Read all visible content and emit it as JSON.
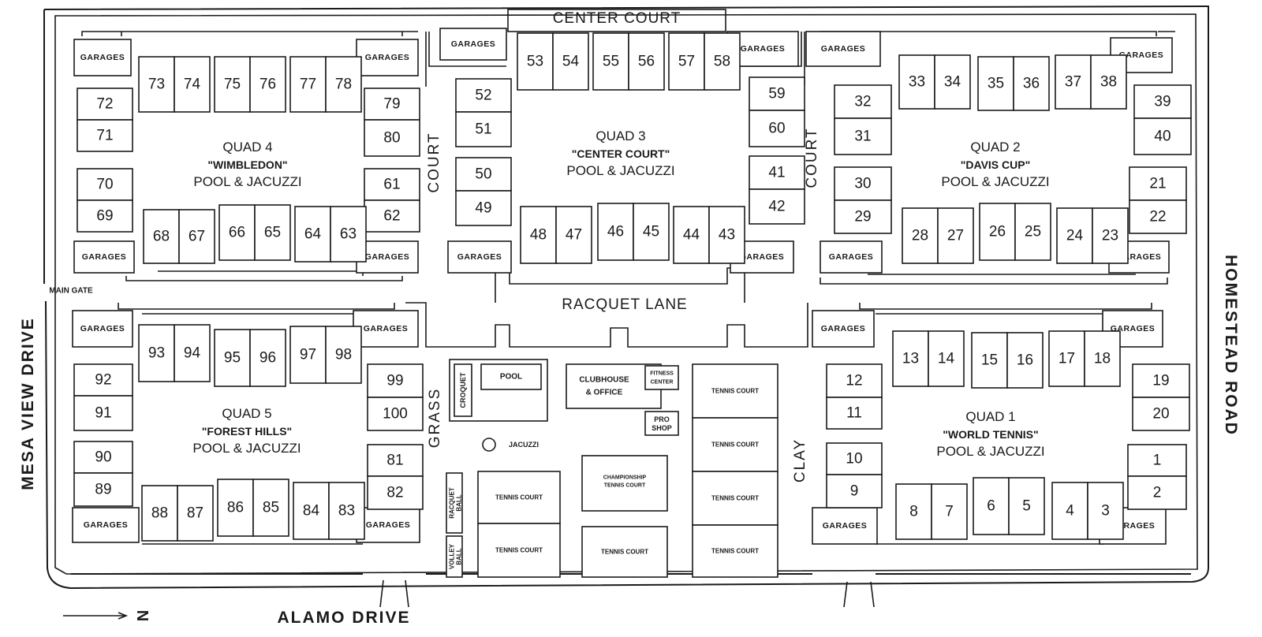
{
  "roads": {
    "center_court": "CENTER COURT",
    "racquet_lane": "RACQUET LANE",
    "alamo_drive": "ALAMO DRIVE",
    "mesa_view_drive": "MESA VIEW DRIVE",
    "homestead_road": "HOMESTEAD ROAD",
    "court_left": "COURT",
    "court_right": "COURT",
    "main_gate": "MAIN GATE",
    "north_arrow": "N"
  },
  "garages_label": "GARAGES",
  "quads": [
    {
      "title": "QUAD 4",
      "name": "\"WIMBLEDON\"",
      "amenity": "POOL & JACUZZI"
    },
    {
      "title": "QUAD 3",
      "name": "\"CENTER COURT\"",
      "amenity": "POOL & JACUZZI"
    },
    {
      "title": "QUAD 2",
      "name": "\"DAVIS CUP\"",
      "amenity": "POOL & JACUZZI"
    },
    {
      "title": "QUAD 5",
      "name": "\"FOREST HILLS\"",
      "amenity": "POOL & JACUZZI"
    },
    {
      "title": "QUAD 1",
      "name": "\"WORLD TENNIS\"",
      "amenity": "POOL & JACUZZI"
    }
  ],
  "amenities": {
    "grass": "GRASS",
    "clay": "CLAY",
    "croquet": "CROQUET",
    "pool": "POOL",
    "jacuzzi": "JACUZZI",
    "clubhouse_line1": "CLUBHOUSE",
    "clubhouse_line2": "& OFFICE",
    "fitness_line1": "FITNESS",
    "fitness_line2": "CENTER",
    "pro_shop_line1": "PRO",
    "pro_shop_line2": "SHOP",
    "racquet_ball_line1": "RACQUET",
    "racquet_ball_line2": "BALL",
    "volley_ball_line1": "VOLLEY",
    "volley_ball_line2": "BALL",
    "tennis_court": "TENNIS COURT",
    "championship_line1": "CHAMPIONSHIP",
    "championship_line2": "TENNIS COURT"
  },
  "units": [
    "73",
    "74",
    "75",
    "76",
    "77",
    "78",
    "72",
    "71",
    "79",
    "80",
    "70",
    "69",
    "61",
    "62",
    "68",
    "67",
    "66",
    "65",
    "64",
    "63",
    "53",
    "54",
    "55",
    "56",
    "57",
    "58",
    "52",
    "51",
    "50",
    "49",
    "59",
    "60",
    "41",
    "42",
    "48",
    "47",
    "46",
    "45",
    "44",
    "43",
    "33",
    "34",
    "35",
    "36",
    "37",
    "38",
    "32",
    "31",
    "30",
    "29",
    "39",
    "40",
    "21",
    "22",
    "28",
    "27",
    "26",
    "25",
    "24",
    "23",
    "93",
    "94",
    "95",
    "96",
    "97",
    "98",
    "92",
    "91",
    "99",
    "100",
    "90",
    "89",
    "81",
    "82",
    "88",
    "87",
    "86",
    "85",
    "84",
    "83",
    "13",
    "14",
    "15",
    "16",
    "17",
    "18",
    "12",
    "11",
    "10",
    "9",
    "19",
    "20",
    "1",
    "2",
    "8",
    "7",
    "6",
    "5",
    "4",
    "3"
  ]
}
